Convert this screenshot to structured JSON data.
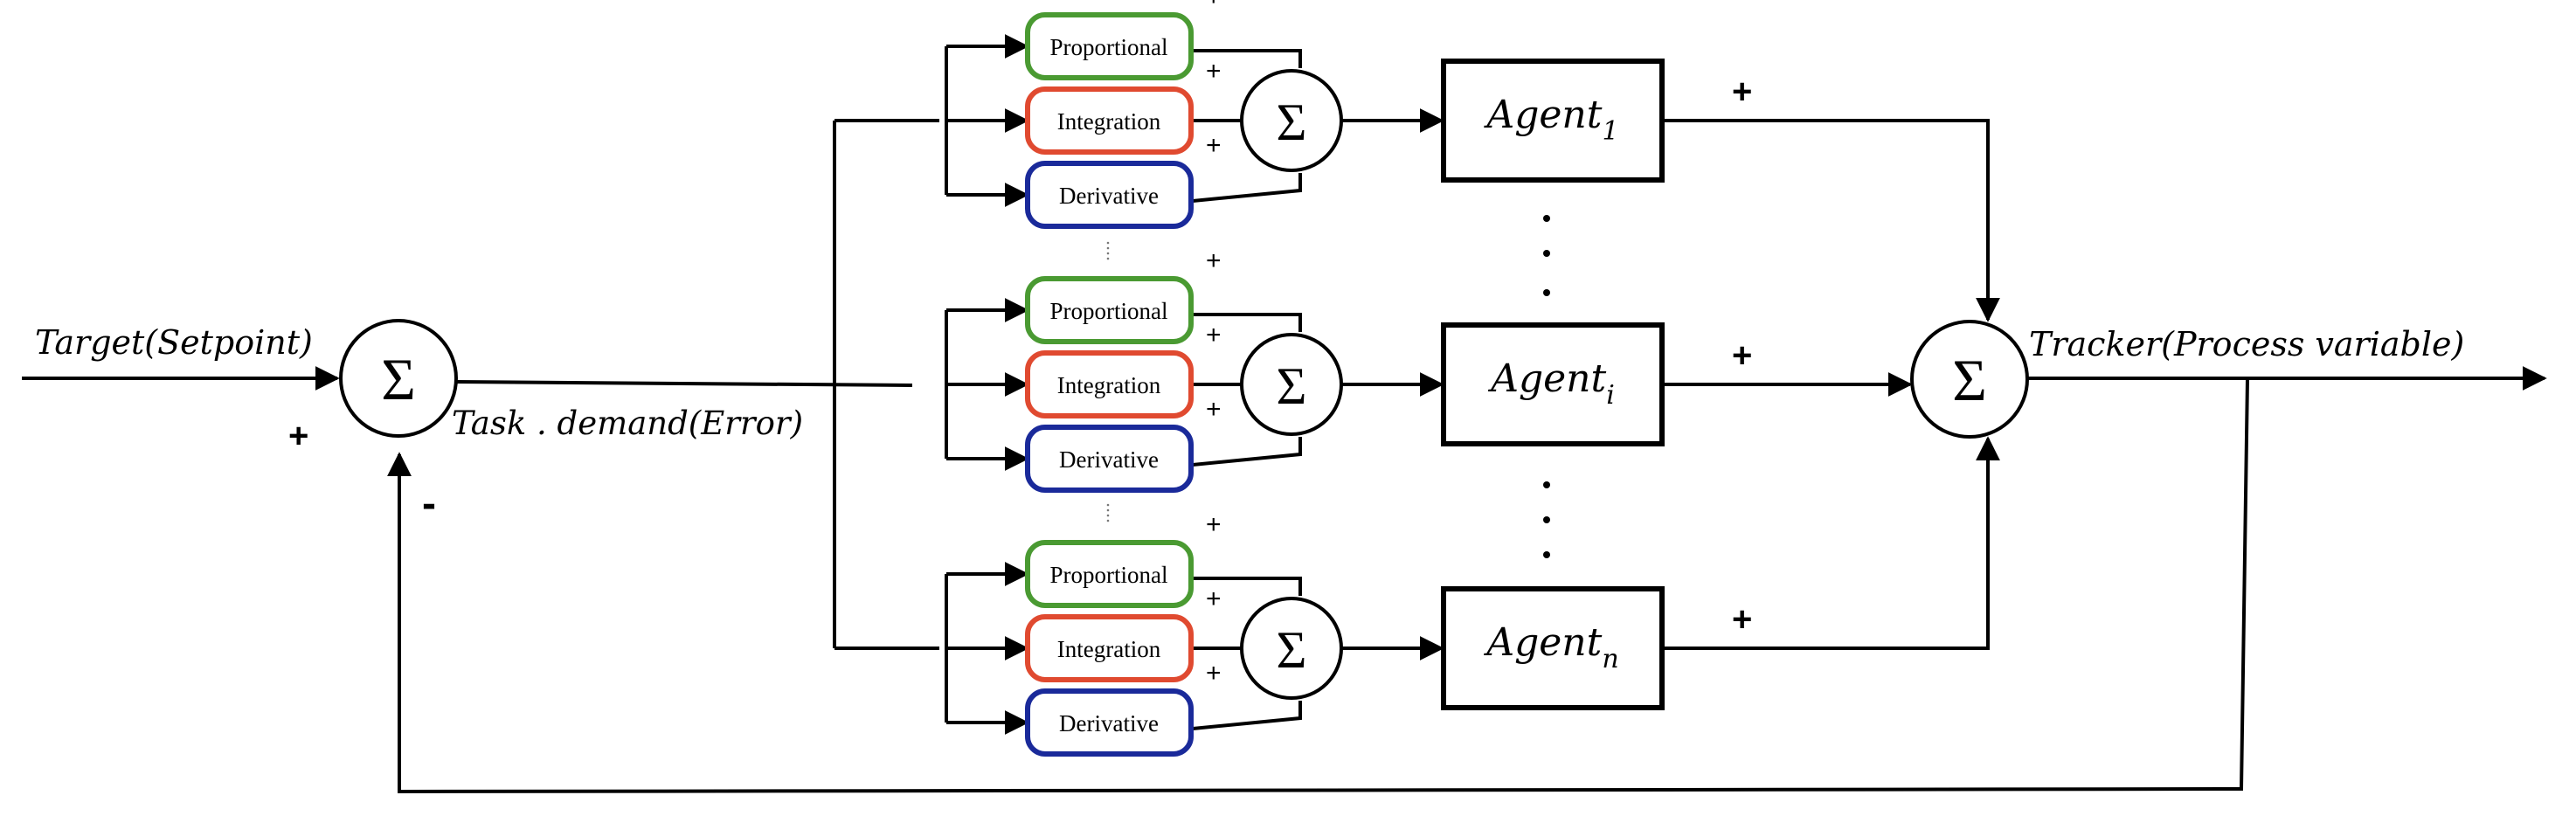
{
  "input_label": "Target(Setpoint)",
  "error_label": "Task . demand(Error)",
  "output_label": "Tracker(Process variable)",
  "sum_symbol": "Σ",
  "plus": "+",
  "minus": "-",
  "pid_terms": [
    "Proportional",
    "Integration",
    "Derivative"
  ],
  "colors": {
    "proportional": "#4a9a32",
    "integration": "#e04a30",
    "derivative": "#1a2a9a",
    "line": "#000000"
  },
  "agents": [
    {
      "name": "Agent",
      "subscript": "1"
    },
    {
      "name": "Agent",
      "subscript": "i"
    },
    {
      "name": "Agent",
      "subscript": "n"
    }
  ]
}
